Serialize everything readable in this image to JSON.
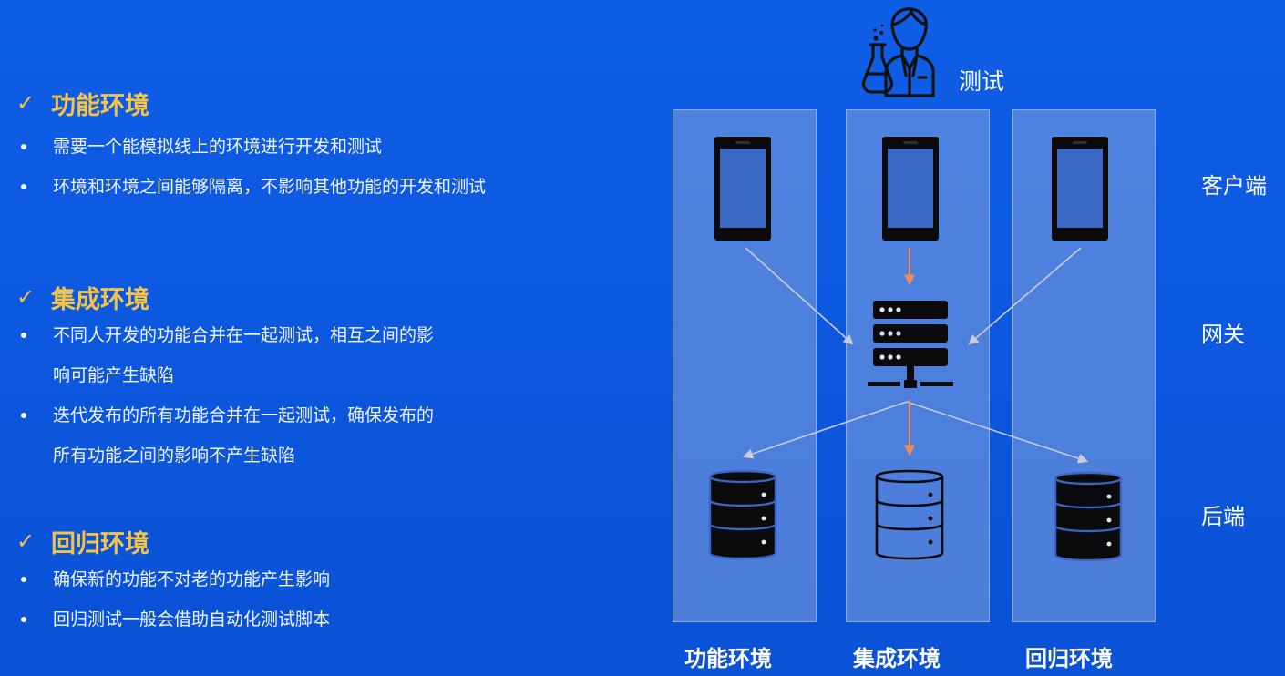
{
  "sections": [
    {
      "title": "功能环境",
      "bullets": [
        [
          "需要一个能模拟线上的环境进行开发和测试"
        ],
        [
          "环境和环境之间能够隔离，不影响其他功能的开发和测试"
        ]
      ]
    },
    {
      "title": "集成环境",
      "bullets": [
        [
          "不同人开发的功能合并在一起测试，相互之间的影",
          "响可能产生缺陷"
        ],
        [
          "迭代发布的所有功能合并在一起测试，确保发布的",
          "所有功能之间的影响不产生缺陷"
        ]
      ]
    },
    {
      "title": "回归环境",
      "bullets": [
        [
          "确保新的功能不对老的功能产生影响"
        ],
        [
          "回归测试一般会借助自动化测试脚本"
        ]
      ]
    }
  ],
  "diagram": {
    "tester_label": "测试",
    "columns": [
      "功能环境",
      "集成环境",
      "回归环境"
    ],
    "rows": [
      "客户端",
      "网关",
      "后端"
    ],
    "icons": {
      "tester": "scientist-icon",
      "client": "smartphone-icon",
      "gateway": "server-icon",
      "backend": "database-icon"
    },
    "colors": {
      "background": "#0c57de",
      "accent": "#f6c342",
      "highlight_arrow": "#f08a5d",
      "link_arrow": "#c9cbd6"
    }
  }
}
